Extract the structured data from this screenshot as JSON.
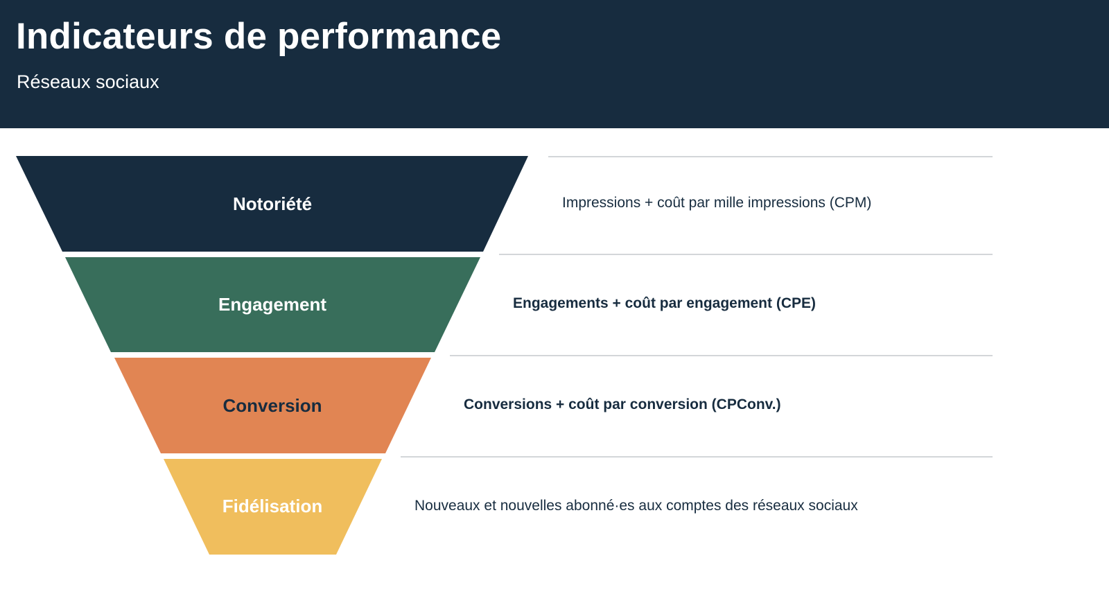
{
  "header": {
    "title": "Indicateurs de performance",
    "subtitle": "Réseaux sociaux"
  },
  "funnel": {
    "stages": [
      {
        "label": "Notoriété",
        "metric": "Impressions + coût par mille impressions (CPM)",
        "color": "#172c3f",
        "label_color": "#ffffff",
        "metric_bold": false
      },
      {
        "label": "Engagement",
        "metric": "Engagements + coût par engagement (CPE)",
        "color": "#386e5b",
        "label_color": "#ffffff",
        "metric_bold": true
      },
      {
        "label": "Conversion",
        "metric": "Conversions + coût par conversion (CPConv.)",
        "color": "#e18553",
        "label_color": "#172c3f",
        "metric_bold": true
      },
      {
        "label": "Fidélisation",
        "metric": "Nouveaux et nouvelles abonné·es aux comptes des réseaux sociaux",
        "color": "#f0be5d",
        "label_color": "#ffffff",
        "metric_bold": false
      }
    ]
  }
}
